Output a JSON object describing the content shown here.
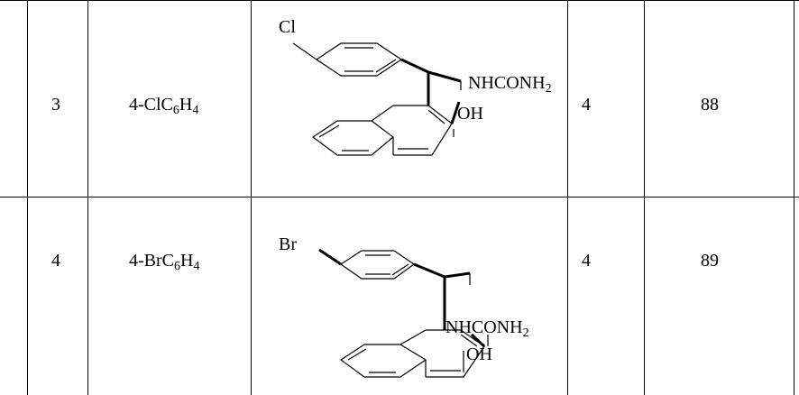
{
  "table": {
    "rows": [
      {
        "entry": "3",
        "aryl_prefix": "4-ClC",
        "aryl_sub1": "6",
        "aryl_mid": "H",
        "aryl_sub2": "4",
        "structure": {
          "halogen": "Cl",
          "substituent_main": "NHCONH",
          "substituent_sub": "2",
          "hydroxyl": "OH"
        },
        "time": "4",
        "yield": "88"
      },
      {
        "entry": "4",
        "aryl_prefix": "4-BrC",
        "aryl_sub1": "6",
        "aryl_mid": "H",
        "aryl_sub2": "4",
        "structure": {
          "halogen": "Br",
          "substituent_main": "NHCONH",
          "substituent_sub": "2",
          "hydroxyl": "OH"
        },
        "time": "4",
        "yield": "89"
      }
    ]
  }
}
